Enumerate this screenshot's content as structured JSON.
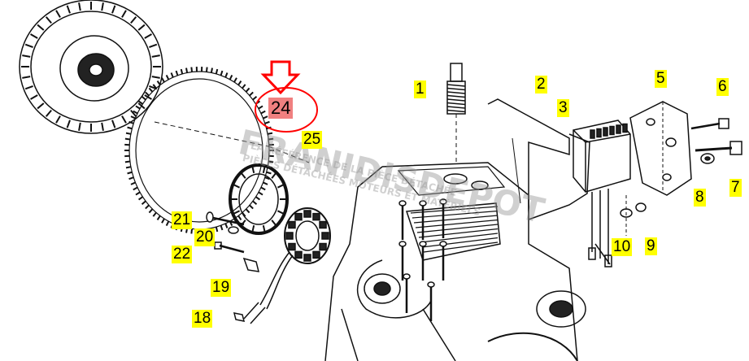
{
  "diagram": {
    "callouts": {
      "c1": "1",
      "c2": "2",
      "c3": "3",
      "c5": "5",
      "c6": "6",
      "c7": "7",
      "c8": "8",
      "c9": "9",
      "c10": "10",
      "c18": "18",
      "c19": "19",
      "c20": "20",
      "c21": "21",
      "c22": "22",
      "c24": "24",
      "c25": "25"
    },
    "highlight_part": "24",
    "watermark": {
      "line1": "FRANIDISDEPOT",
      "line2": "LA RÉFÉRENCE DE LA PIÈCE DÉTACHÉE",
      "line3": "PIÈCES DÉTACHÉES MOTEURS ET MATÉRIELS"
    },
    "colors": {
      "callout_bg": "#ffff00",
      "highlight_bg": "#f08080",
      "annotation": "#ff0000",
      "line_art": "#111111"
    }
  }
}
